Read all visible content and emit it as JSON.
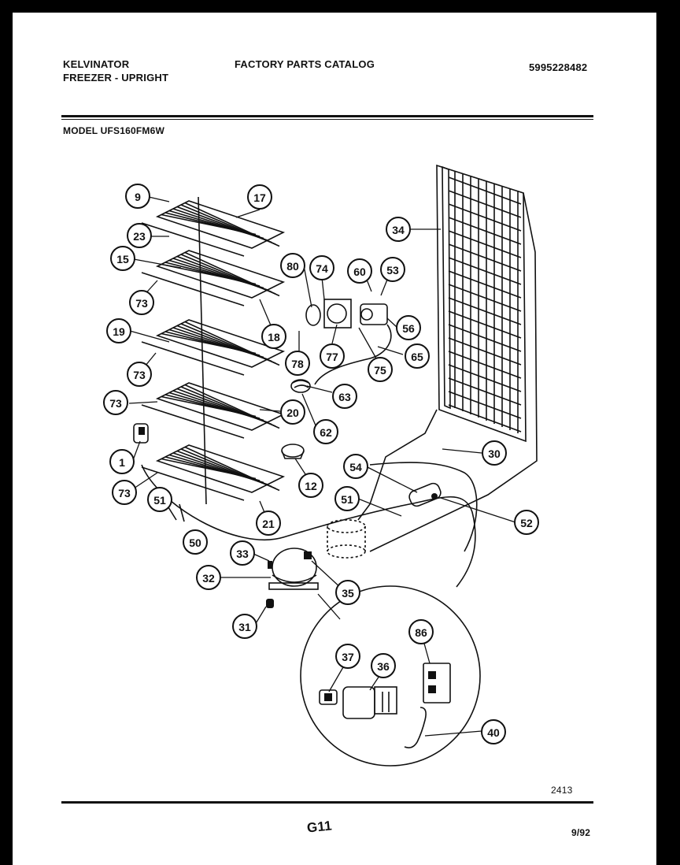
{
  "header": {
    "brand": "KELVINATOR",
    "product": "FREEZER - UPRIGHT",
    "catalog_title": "FACTORY PARTS CATALOG",
    "catalog_number": "5995228482",
    "model_label": "MODEL UFS160FM6W"
  },
  "footer": {
    "drawing_code": "2413",
    "page_code": "G11",
    "date_code": "9/92"
  },
  "callouts": [
    {
      "id": "c9",
      "label": "9"
    },
    {
      "id": "c17",
      "label": "17"
    },
    {
      "id": "c23",
      "label": "23"
    },
    {
      "id": "c15",
      "label": "15"
    },
    {
      "id": "c73a",
      "label": "73"
    },
    {
      "id": "c18",
      "label": "18"
    },
    {
      "id": "c19",
      "label": "19"
    },
    {
      "id": "c73b",
      "label": "73"
    },
    {
      "id": "c73c",
      "label": "73"
    },
    {
      "id": "c20",
      "label": "20"
    },
    {
      "id": "c1",
      "label": "1"
    },
    {
      "id": "c73d",
      "label": "73"
    },
    {
      "id": "c51a",
      "label": "51"
    },
    {
      "id": "c50",
      "label": "50"
    },
    {
      "id": "c21",
      "label": "21"
    },
    {
      "id": "c12",
      "label": "12"
    },
    {
      "id": "c80",
      "label": "80"
    },
    {
      "id": "c74",
      "label": "74"
    },
    {
      "id": "c60",
      "label": "60"
    },
    {
      "id": "c53",
      "label": "53"
    },
    {
      "id": "c56",
      "label": "56"
    },
    {
      "id": "c77",
      "label": "77"
    },
    {
      "id": "c78",
      "label": "78"
    },
    {
      "id": "c75",
      "label": "75"
    },
    {
      "id": "c65",
      "label": "65"
    },
    {
      "id": "c63",
      "label": "63"
    },
    {
      "id": "c62",
      "label": "62"
    },
    {
      "id": "c34",
      "label": "34"
    },
    {
      "id": "c30",
      "label": "30"
    },
    {
      "id": "c54",
      "label": "54"
    },
    {
      "id": "c51b",
      "label": "51"
    },
    {
      "id": "c52",
      "label": "52"
    },
    {
      "id": "c33",
      "label": "33"
    },
    {
      "id": "c32",
      "label": "32"
    },
    {
      "id": "c35",
      "label": "35"
    },
    {
      "id": "c31",
      "label": "31"
    },
    {
      "id": "c37",
      "label": "37"
    },
    {
      "id": "c36",
      "label": "36"
    },
    {
      "id": "c86",
      "label": "86"
    },
    {
      "id": "c40",
      "label": "40"
    }
  ]
}
